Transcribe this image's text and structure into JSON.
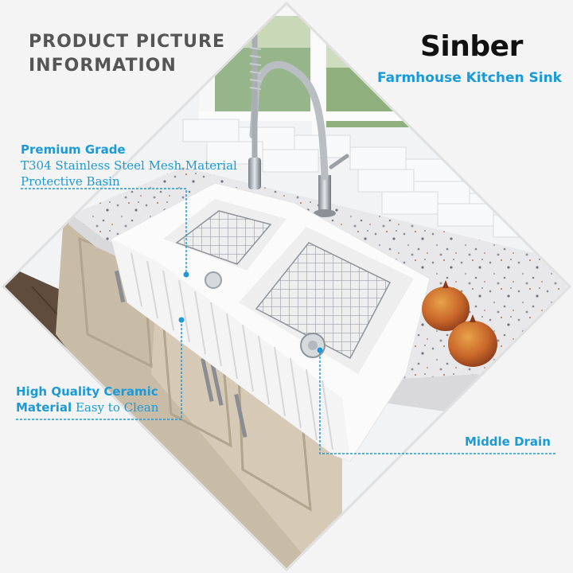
{
  "heading": {
    "line1": "PRODUCT PICTURE",
    "line2": "INFORMATION"
  },
  "brand": {
    "name": "Sinber",
    "subtitle": "Farmhouse Kitchen Sink"
  },
  "callouts": {
    "basin_grid": {
      "title": "Premium Grade",
      "line1": "T304 Stainless Steel Mesh Material",
      "line2": "Protective Basin"
    },
    "material": {
      "line1": "High Quality Ceramic",
      "line2_bold": "Material",
      "line2_rest": " Easy to Clean"
    },
    "drain": {
      "label": "Middle Drain"
    }
  },
  "colors": {
    "accent": "#1a9ad8",
    "heading": "#555555",
    "brand": "#111111",
    "background": "#f4f4f4"
  }
}
